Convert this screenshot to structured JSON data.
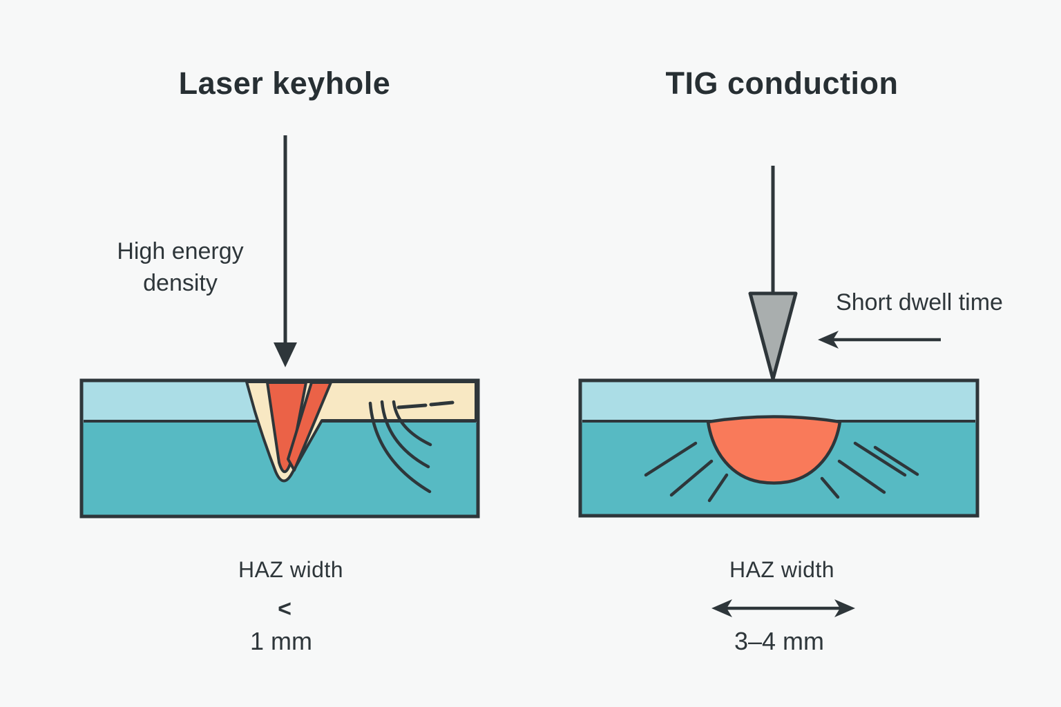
{
  "panels": {
    "left": {
      "title": "Laser keyhole",
      "energy_label": [
        "High energy",
        "density"
      ],
      "haz_label": "HAZ width",
      "haz_comparator": "<",
      "haz_value": "1 mm"
    },
    "right": {
      "title": "TIG conduction",
      "dwell_label": "Short dwell time",
      "haz_label": "HAZ width",
      "haz_value": "3–4 mm"
    }
  },
  "colors": {
    "background": "#f7f8f8",
    "ink": "#2e363a",
    "surface_strip_blue": "#abdde6",
    "base_metal_teal": "#57bac3",
    "haz_cream": "#f8e8c3",
    "keyhole_red": "#eb6247",
    "weld_pool_orange": "#f97a5a",
    "electrode_gray": "#a9aeae"
  }
}
